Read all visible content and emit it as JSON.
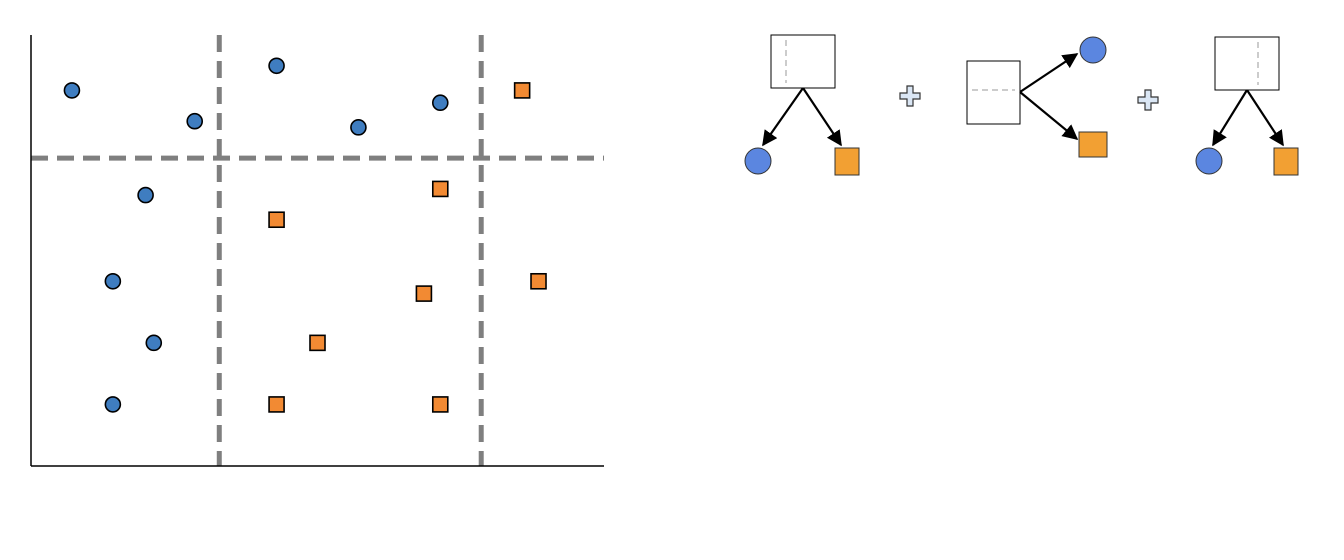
{
  "colors": {
    "class_a_fill": "#3f7dc0",
    "class_a_node_fill": "#5b86e0",
    "class_b_fill": "#f28a33",
    "class_b_node_fill": "#f2a033",
    "split_line": "#7f7f7f",
    "axis": "#000000",
    "plus_fill": "#dae6f4",
    "plus_stroke": "#333333"
  },
  "scatter": {
    "x_range": [
      0,
      7
    ],
    "y_range": [
      0,
      7
    ],
    "splits": {
      "vertical": [
        2.3,
        5.5
      ],
      "horizontal": [
        5
      ]
    },
    "points": [
      {
        "cls": "circle",
        "x": 0.5,
        "y": 6.1
      },
      {
        "cls": "circle",
        "x": 2.0,
        "y": 5.6
      },
      {
        "cls": "circle",
        "x": 3.0,
        "y": 6.5
      },
      {
        "cls": "circle",
        "x": 4.0,
        "y": 5.5
      },
      {
        "cls": "circle",
        "x": 5.0,
        "y": 5.9
      },
      {
        "cls": "square",
        "x": 6.0,
        "y": 6.1
      },
      {
        "cls": "circle",
        "x": 1.4,
        "y": 4.4
      },
      {
        "cls": "square",
        "x": 5.0,
        "y": 4.5
      },
      {
        "cls": "square",
        "x": 3.0,
        "y": 4.0
      },
      {
        "cls": "circle",
        "x": 1.0,
        "y": 3.0
      },
      {
        "cls": "square",
        "x": 4.8,
        "y": 2.8
      },
      {
        "cls": "square",
        "x": 6.2,
        "y": 3.0
      },
      {
        "cls": "circle",
        "x": 1.5,
        "y": 2.0
      },
      {
        "cls": "square",
        "x": 3.5,
        "y": 2.0
      },
      {
        "cls": "circle",
        "x": 1.0,
        "y": 1.0
      },
      {
        "cls": "square",
        "x": 3.0,
        "y": 1.0
      },
      {
        "cls": "square",
        "x": 5.0,
        "y": 1.0
      }
    ]
  },
  "stumps": [
    {
      "orientation": "vertical-split",
      "layout": "down"
    },
    {
      "orientation": "horizontal-split",
      "layout": "right"
    },
    {
      "orientation": "vertical-split",
      "layout": "down"
    }
  ],
  "operators": [
    "plus-icon",
    "plus-icon"
  ]
}
